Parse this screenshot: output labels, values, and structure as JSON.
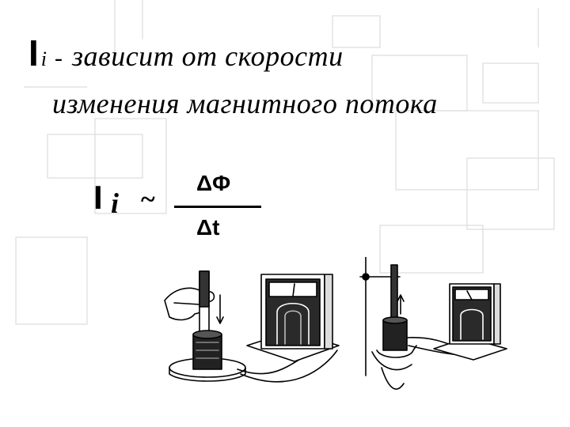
{
  "heading": {
    "symbol": "I",
    "subscript": "i",
    "dash": "-",
    "line1": "зависит от скорости",
    "line2": "изменения магнитного потока"
  },
  "formula": {
    "symbol": "I",
    "subscript": "i",
    "relation": "~",
    "numerator": "ΔΦ",
    "denominator": "Δt"
  },
  "colors": {
    "background": "#ffffff",
    "text": "#000000",
    "grid": "#d9d9d9"
  }
}
